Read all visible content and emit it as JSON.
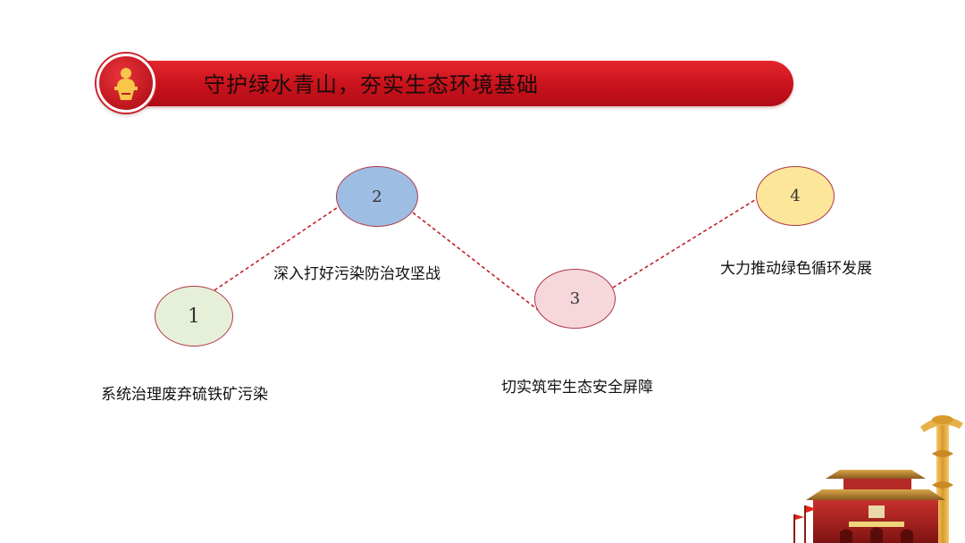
{
  "header": {
    "title": "守护绿水青山，夯实生态环境基础",
    "emblem_icon": "speaker-at-podium-icon"
  },
  "colors": {
    "header_red": "#c8121c",
    "node1_fill": "#e6f0d8",
    "node2_fill": "#9dbde3",
    "node3_fill": "#f6d7dc",
    "node4_fill": "#fbe69a",
    "node_border": "#b0394a",
    "connector": "#c0222c"
  },
  "diagram": {
    "nodes": [
      {
        "number": "1",
        "label": "系统治理废弃硫铁矿污染"
      },
      {
        "number": "2",
        "label": "深入打好污染防治攻坚战"
      },
      {
        "number": "3",
        "label": "切实筑牢生态安全屏障"
      },
      {
        "number": "4",
        "label": "大力推动绿色循环发展"
      }
    ],
    "connector_style": "dashed"
  },
  "decoration": {
    "corner_image": "tiananmen-gate-and-huabiao-icon"
  }
}
